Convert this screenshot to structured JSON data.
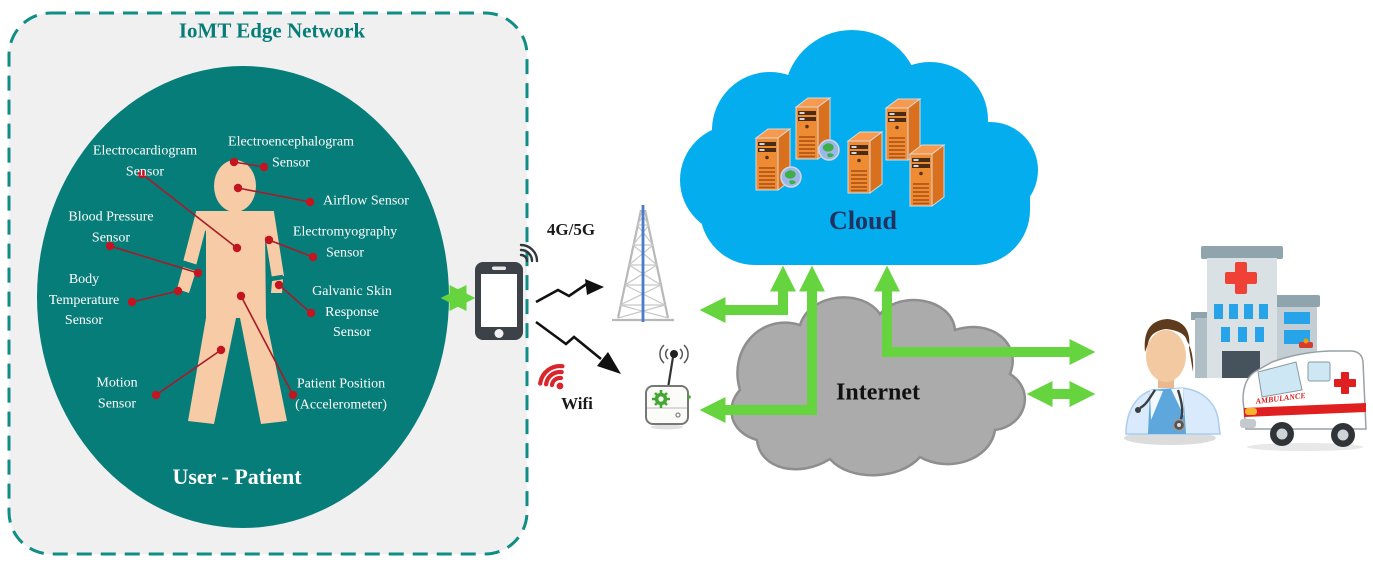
{
  "edge_network": {
    "title": "IoMT Edge Network",
    "patient_label": "User - Patient",
    "sensors": [
      {
        "name": "electrocardiogram",
        "label": "Electrocardiogram\nSensor"
      },
      {
        "name": "electroencephalogram",
        "label": "Electroencephalogram\nSensor"
      },
      {
        "name": "airflow",
        "label": "Airflow Sensor"
      },
      {
        "name": "blood-pressure",
        "label": "Blood Pressure\nSensor"
      },
      {
        "name": "electromyography",
        "label": "Electromyography\nSensor"
      },
      {
        "name": "body-temperature",
        "label": "Body\nTemperature\nSensor"
      },
      {
        "name": "galvanic-skin-response",
        "label": "Galvanic Skin\nResponse\nSensor"
      },
      {
        "name": "motion",
        "label": "Motion\nSensor"
      },
      {
        "name": "patient-position",
        "label": "Patient Position\n(Accelerometer)"
      }
    ]
  },
  "connectivity": {
    "cellular_label": "4G/5G",
    "wifi_label": "Wifi"
  },
  "cloud": {
    "label": "Cloud"
  },
  "internet": {
    "label": "Internet"
  },
  "care_side": {
    "ambulance_label": "AMBULANCE"
  },
  "icons": [
    "smartphone-icon",
    "cell-tower-icon",
    "wifi-router-icon",
    "wifi-signal-icon",
    "server-icon",
    "globe-icon",
    "doctor-icon",
    "hospital-icon",
    "ambulance-icon"
  ],
  "colors": {
    "teal": "#077d79",
    "teal-border": "#0f8e86",
    "box-bg": "#f0f0f0",
    "skin": "#f6cba6",
    "red-line": "#a61c28",
    "red-dot": "#c3151f",
    "green": "#66d43e",
    "blue-cloud": "#04adee",
    "gray-cloud": "#ababab",
    "gray-cloud-stroke": "#8e8e8e",
    "server-orange": "#ef8b33",
    "server-side": "#d8701d",
    "server-top": "#f79a4d",
    "ink": "#1a1a1a",
    "navy": "#1f3260",
    "wifi-red": "#d8262c",
    "phone-dark": "#3c4247"
  }
}
